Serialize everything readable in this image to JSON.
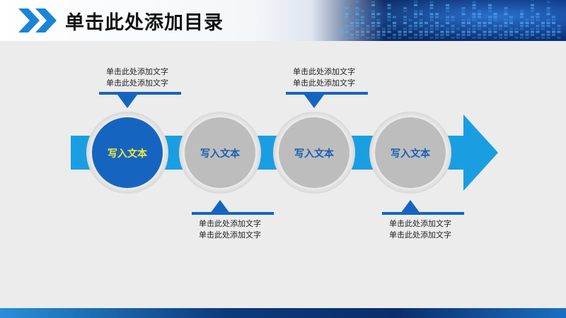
{
  "header": {
    "title": "单击此处添加目录"
  },
  "steps": [
    {
      "label": "写入文本",
      "caption_line1": "单击此处添加文字",
      "caption_line2": "单击此处添加文字",
      "highlight": true
    },
    {
      "label": "写入文本",
      "caption_line1": "单击此处添加文字",
      "caption_line2": "单击此处添加文字",
      "highlight": false
    },
    {
      "label": "写入文本",
      "caption_line1": "单击此处添加文字",
      "caption_line2": "单击此处添加文字",
      "highlight": false
    },
    {
      "label": "写入文本",
      "caption_line1": "单击此处添加文字",
      "caption_line2": "单击此处添加文字",
      "highlight": false
    }
  ],
  "colors": {
    "accent_blue": "#1565c0",
    "arrow_blue": "#1a9ee2",
    "circle_gray": "#bdbdbd",
    "highlight_text": "#f4ea3a",
    "label_blue": "#1a5fb4"
  }
}
